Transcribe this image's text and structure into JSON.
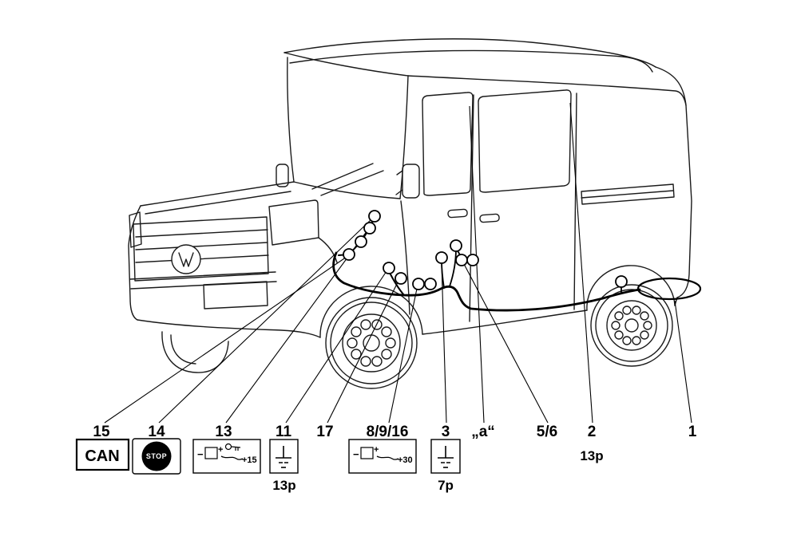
{
  "figure": {
    "kind": "vehicle wiring routing diagram",
    "vehicle": "high-roof panel van, front-left three-quarter line drawing"
  },
  "callouts": {
    "k15": "15",
    "k14": "14",
    "k13": "13",
    "k11": "11",
    "k17": "17",
    "k8916": "8/9/16",
    "k3": "3",
    "ka": "„a“",
    "k56": "5/6",
    "k2": "2",
    "k2_sub": "13p",
    "k1": "1"
  },
  "legend": {
    "can_label": "CAN",
    "stop_label": "STOP",
    "ignition_minus": "−",
    "ignition_plus": "+",
    "ignition_label": "+15",
    "ground_13p_label": "13p",
    "battery_minus": "−",
    "battery_plus": "+",
    "battery_label": "+30",
    "ground_7p_label": "7p"
  },
  "colors": {
    "line": "#1a1a1a",
    "harness": "#000000",
    "background": "#ffffff"
  }
}
